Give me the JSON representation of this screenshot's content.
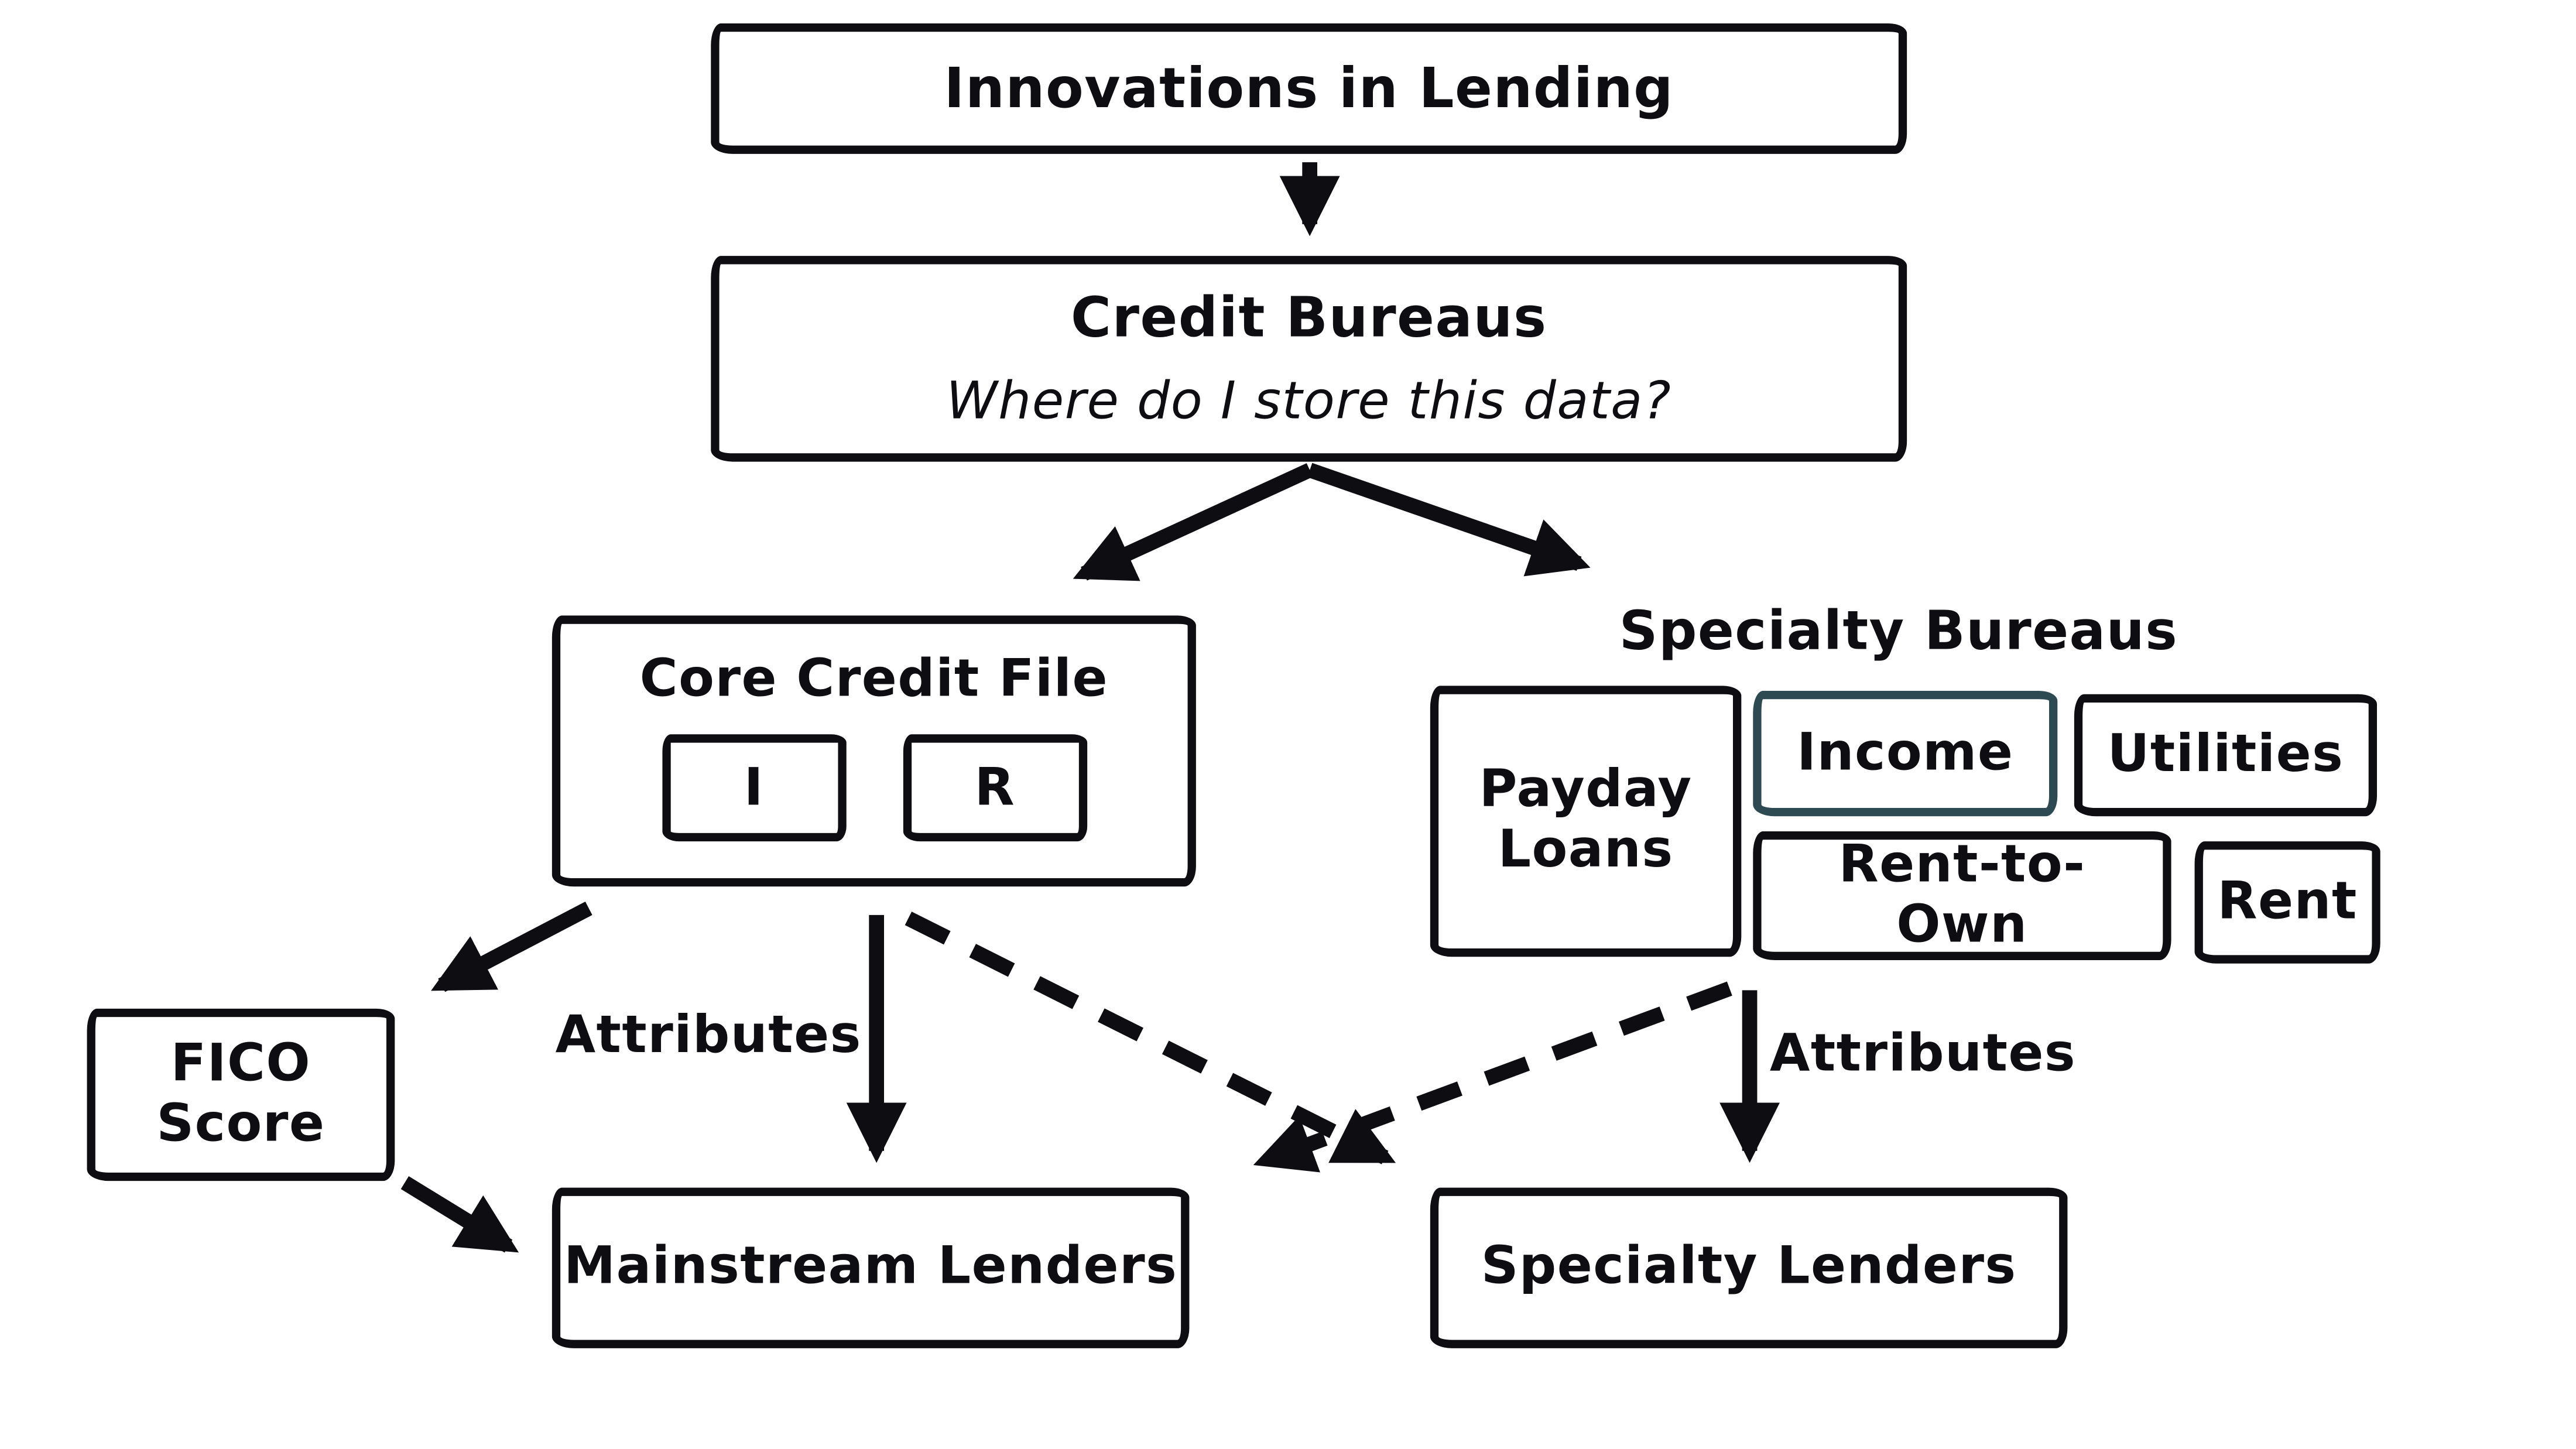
{
  "colors": {
    "ink": "#0d0d12",
    "background": "#ffffff",
    "income_box_border": "#2d4a52"
  },
  "nodes": {
    "innovations": {
      "label": "Innovations in Lending"
    },
    "credit_bureaus": {
      "title": "Credit Bureaus",
      "question": "Where do I store this data?"
    },
    "core_credit_file": {
      "title": "Core Credit File",
      "file_i": "I",
      "file_r": "R"
    },
    "specialty_bureaus": {
      "label": "Specialty Bureaus",
      "payday": "Payday Loans",
      "income": "Income",
      "utilities": "Utilities",
      "rent_to_own": "Rent-to-Own",
      "rent": "Rent"
    },
    "fico": {
      "label": "FICO Score"
    },
    "mainstream_lenders": {
      "label": "Mainstream Lenders"
    },
    "specialty_lenders": {
      "label": "Specialty Lenders"
    }
  },
  "edge_labels": {
    "attributes_left": "Attributes",
    "attributes_right": "Attributes"
  }
}
